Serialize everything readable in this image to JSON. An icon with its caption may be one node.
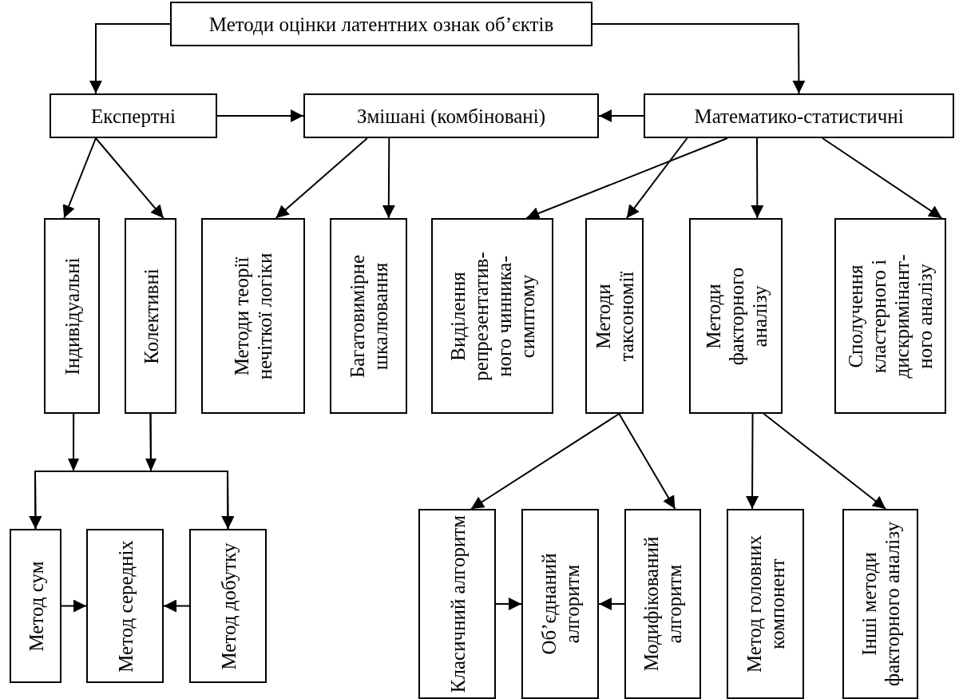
{
  "diagram": {
    "nodes": [
      {
        "text": [
          "Методи оцінки латентних ознак об’єктів"
        ]
      },
      {
        "text": [
          "Експертні"
        ]
      },
      {
        "text": [
          "Змішані (комбіновані)"
        ]
      },
      {
        "text": [
          "Математико-статистичні"
        ]
      },
      {
        "text": [
          "Індивідуальні"
        ]
      },
      {
        "text": [
          "Колективні"
        ]
      },
      {
        "text": [
          "Методи теорії нечіткої логіки"
        ]
      },
      {
        "text": [
          "Багатовимірне шкалювання"
        ]
      },
      {
        "text": [
          "Виділення репрезентатив- ного чинника- симптому"
        ]
      },
      {
        "text": [
          "Методи таксономії"
        ]
      },
      {
        "text": [
          "Методи факторного аналізу"
        ]
      },
      {
        "text": [
          "Сполучення кластерного і дискримінант- ного аналізу"
        ]
      },
      {
        "text": [
          "Метод сум"
        ]
      },
      {
        "text": [
          "Метод середніх"
        ]
      },
      {
        "text": [
          "Метод добутку"
        ]
      },
      {
        "text": [
          "Класичний алгоритм"
        ]
      },
      {
        "text": [
          "Об’єднаний алгоритм"
        ]
      },
      {
        "text": [
          "Модифікований алгоритм"
        ]
      },
      {
        "text": [
          "Метод головних компонент"
        ]
      },
      {
        "text": [
          "Інші методи факторного аналізу"
        ]
      }
    ],
    "edges": [
      {
        "from": 0,
        "to": 1,
        "arrow": "to"
      },
      {
        "from": 0,
        "to": 3,
        "arrow": "to"
      },
      {
        "from": 1,
        "to": 2,
        "arrow": "to"
      },
      {
        "from": 3,
        "to": 2,
        "arrow": "to"
      },
      {
        "from": 1,
        "to": 4,
        "arrow": "to"
      },
      {
        "from": 1,
        "to": 5,
        "arrow": "to"
      },
      {
        "from": 2,
        "to": 6,
        "arrow": "to"
      },
      {
        "from": 2,
        "to": 7,
        "arrow": "to"
      },
      {
        "from": 3,
        "to": 8,
        "arrow": "to"
      },
      {
        "from": 3,
        "to": 9,
        "arrow": "to"
      },
      {
        "from": 3,
        "to": 10,
        "arrow": "to"
      },
      {
        "from": 3,
        "to": 11,
        "arrow": "to"
      },
      {
        "from": 4,
        "to": 12,
        "arrow": "to"
      },
      {
        "from": 4,
        "to": 14,
        "arrow": "to"
      },
      {
        "from": 5,
        "to": 12,
        "arrow": "to"
      },
      {
        "from": 5,
        "to": 14,
        "arrow": "to"
      },
      {
        "from": 12,
        "to": 13,
        "arrow": "to"
      },
      {
        "from": 14,
        "to": 13,
        "arrow": "to"
      },
      {
        "from": 9,
        "to": 15,
        "arrow": "to"
      },
      {
        "from": 9,
        "to": 17,
        "arrow": "to"
      },
      {
        "from": 10,
        "to": 18,
        "arrow": "to"
      },
      {
        "from": 10,
        "to": 19,
        "arrow": "to"
      },
      {
        "from": 15,
        "to": 16,
        "arrow": "to"
      },
      {
        "from": 17,
        "to": 16,
        "arrow": "to"
      }
    ]
  }
}
